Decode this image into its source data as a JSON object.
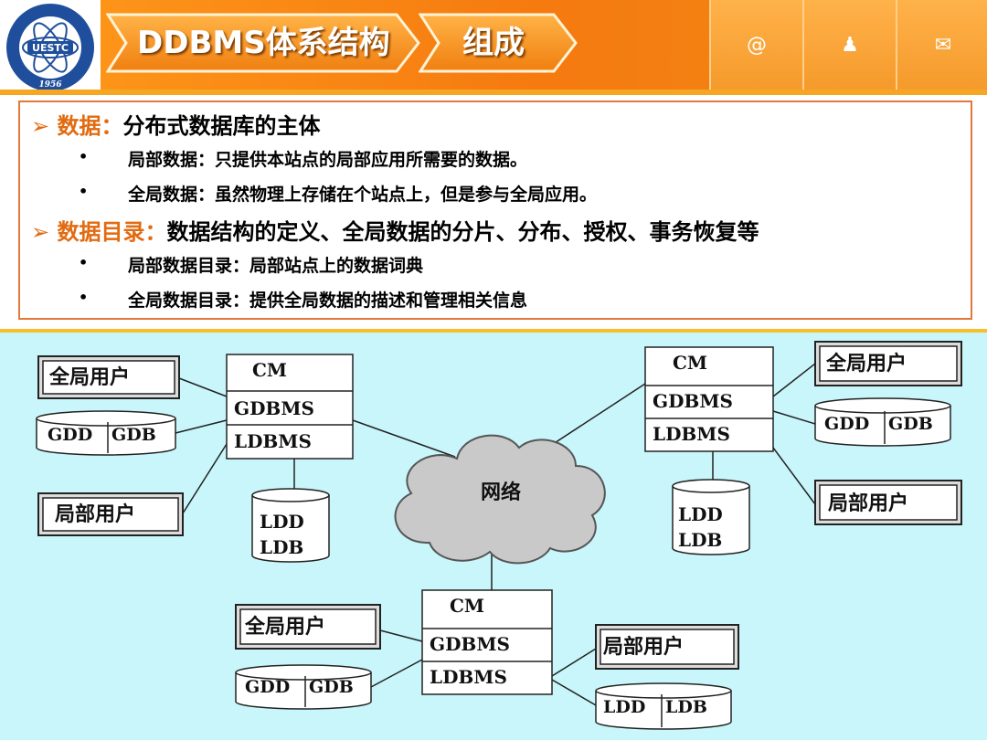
{
  "header": {
    "crumbs": [
      "DDBMS体系结构",
      "组成"
    ],
    "buttons": [
      {
        "icon": "at-sign-icon",
        "glyph": "@"
      },
      {
        "icon": "person-icon",
        "glyph": "♟"
      },
      {
        "icon": "mail-icon",
        "glyph": "✉"
      }
    ],
    "logo": {
      "text": "UESTC",
      "year": "1956"
    }
  },
  "content": {
    "sections": [
      {
        "term": "数据：",
        "desc": "分布式数据库的主体",
        "items": [
          "局部数据：只提供本站点的局部应用所需要的数据。",
          "全局数据：虽然物理上存储在个站点上，但是参与全局应用。"
        ]
      },
      {
        "term": "数据目录：",
        "desc": "数据结构的定义、全局数据的分片、分布、授权、事务恢复等",
        "items": [
          "局部数据目录：局部站点上的数据词典",
          "全局数据目录：提供全局数据的描述和管理相关信息"
        ]
      }
    ]
  },
  "diagram": {
    "network_label": "网络",
    "stack_labels": [
      "CM",
      "GDBMS",
      "LDBMS"
    ],
    "global_user": "全局用户",
    "local_user": "局部用户",
    "gdd": "GDD",
    "gdb": "GDB",
    "ldd": "LDD",
    "ldb": "LDB"
  }
}
